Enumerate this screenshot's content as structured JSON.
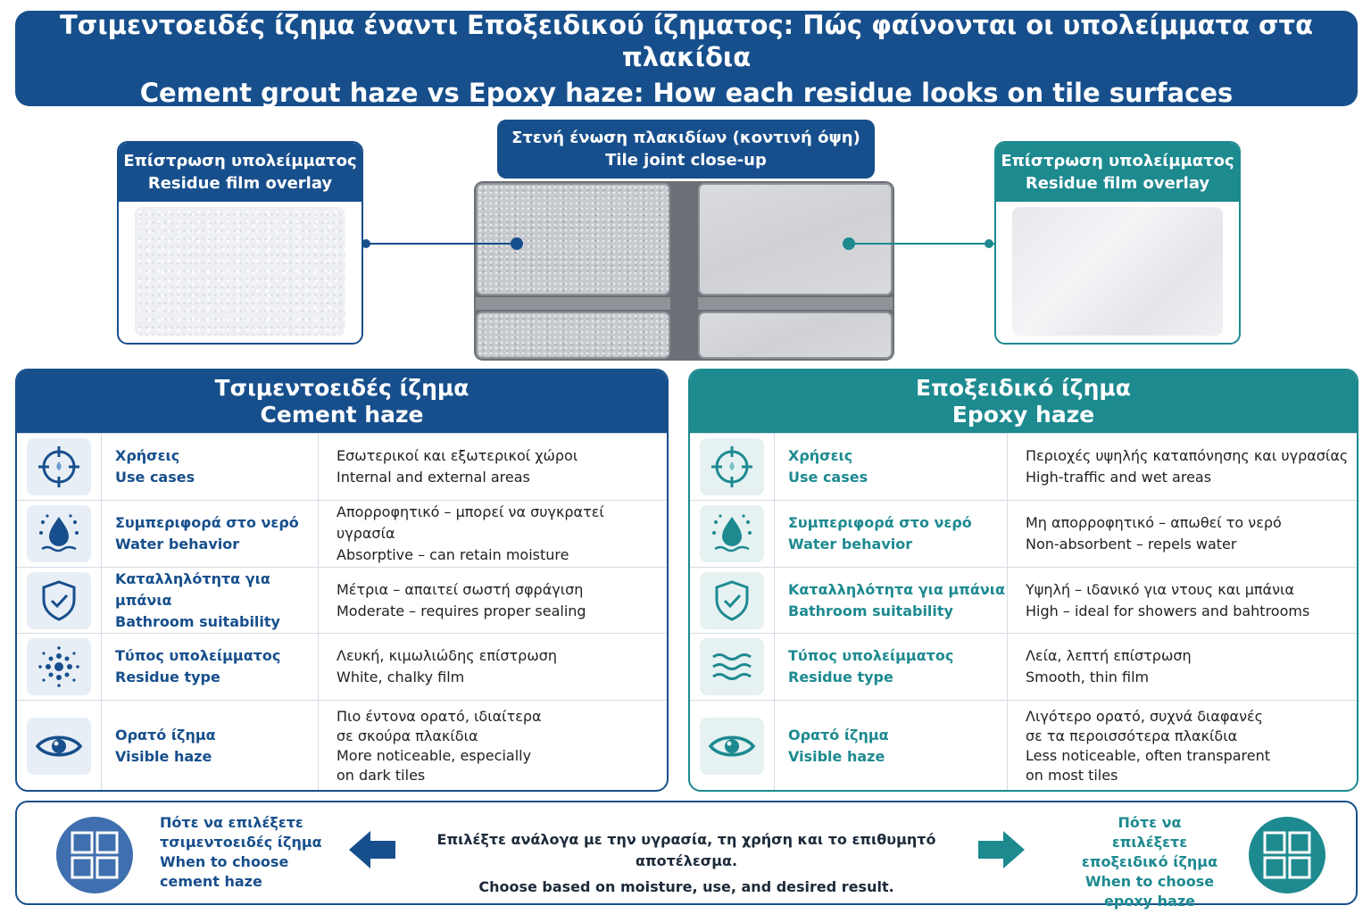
{
  "title": {
    "greek": "Τσιμεντοειδές ίζημα έναντι Εποξειδικού ίζηματος: Πώς φαίνονται οι υπολείμματα στα πλακίδια",
    "english": "Cement grout haze vs Epoxy haze: How each residue looks on tile surfaces"
  },
  "colors": {
    "cement": "#174f8c",
    "epoxy": "#1d8a90"
  },
  "overlay_left": {
    "greek": "Επίστρωση υπολείμματος",
    "english": "Residue film overlay"
  },
  "overlay_right": {
    "greek": "Επίστρωση υπολείμματος",
    "english": "Residue film overlay"
  },
  "joint": {
    "greek": "Στενή ένωση πλακιδίων (κοντινή όψη)",
    "english": "Tile joint close-up"
  },
  "cement": {
    "heading_greek": "Τσιμεντοειδές ίζημα",
    "heading_english": "Cement haze",
    "rows": [
      {
        "icon": "target-icon",
        "label_greek": "Χρήσεις",
        "label_english": "Use cases",
        "value_lines": [
          "Εσωτερικοί και εξωτερικοί χώροι",
          "Internal and external areas"
        ]
      },
      {
        "icon": "water-drop-icon",
        "label_greek": "Συμπεριφορά στο νερό",
        "label_english": "Water behavior",
        "value_lines": [
          "Απορροφητικό – μπορεί να συγκρατεί υγρασία",
          "Absorptive – can retain moisture"
        ]
      },
      {
        "icon": "shield-check-icon",
        "label_greek": "Καταλληλότητα για μπάνια",
        "label_english": "Bathroom suitability",
        "value_lines": [
          "Μέτρια – απαιτεί σωστή σφράγιση",
          "Moderate – requires proper sealing"
        ]
      },
      {
        "icon": "dots-icon",
        "label_greek": "Τύπος υπολείμματος",
        "label_english": "Residue type",
        "value_lines": [
          "Λευκή, κιμωλιώδης επίστρωση",
          "White, chalky film"
        ]
      },
      {
        "icon": "eye-icon",
        "label_greek": "Ορατό ίζημα",
        "label_english": "Visible haze",
        "value_lines": [
          "Πιο έντονα ορατό, ιδιαίτερα",
          "σε σκούρα πλακίδια",
          "More noticeable, especially",
          "on dark tiles"
        ]
      }
    ]
  },
  "epoxy": {
    "heading_greek": "Εποξειδικό ίζημα",
    "heading_english": "Epoxy haze",
    "rows": [
      {
        "icon": "target-icon",
        "label_greek": "Χρήσεις",
        "label_english": "Use cases",
        "value_lines": [
          "Περιοχές υψηλής καταπόνησης και υγρασίας",
          "High-traffic and wet areas"
        ]
      },
      {
        "icon": "water-drop-icon",
        "label_greek": "Συμπεριφορά στο νερό",
        "label_english": "Water behavior",
        "value_lines": [
          "Μη απορροφητικό – απωθεί το νερό",
          "Non-absorbent – repels water"
        ]
      },
      {
        "icon": "shield-check-icon",
        "label_greek": "Καταλληλότητα για μπάνια",
        "label_english": "Bathroom suitability",
        "value_lines": [
          "Υψηλή – ιδανικό για ντους και μπάνια",
          "High – ideal for showers and bahtrooms"
        ]
      },
      {
        "icon": "waves-icon",
        "label_greek": "Τύπος υπολείμματος",
        "label_english": "Residue type",
        "value_lines": [
          "Λεία, λεπτή επίστρωση",
          "Smooth, thin film"
        ]
      },
      {
        "icon": "eye-icon",
        "label_greek": "Ορατό ίζημα",
        "label_english": "Visible haze",
        "value_lines": [
          "Λιγότερο ορατό, συχνά διαφανές",
          "σε τα περοισσότερα πλακίδια",
          "Less noticeable, often transparent",
          "on most tiles"
        ]
      }
    ]
  },
  "bottom": {
    "left_greek_1": "Πότε να επιλέξετε",
    "left_greek_2": "τσιμεντοειδές ίζημα",
    "left_english_1": "When to choose",
    "left_english_2": "cement haze",
    "center_greek": "Επιλέξτε ανάλογα με την υγρασία, τη χρήση και το επιθυμητό αποτέλεσμα.",
    "center_english": "Choose based on moisture, use, and desired result.",
    "right_greek_1": "Πότε να επιλέξετε",
    "right_greek_2": "εποξειδικό ίζημα",
    "right_english_1": "When to choose",
    "right_english_2": "epoxy haze"
  }
}
